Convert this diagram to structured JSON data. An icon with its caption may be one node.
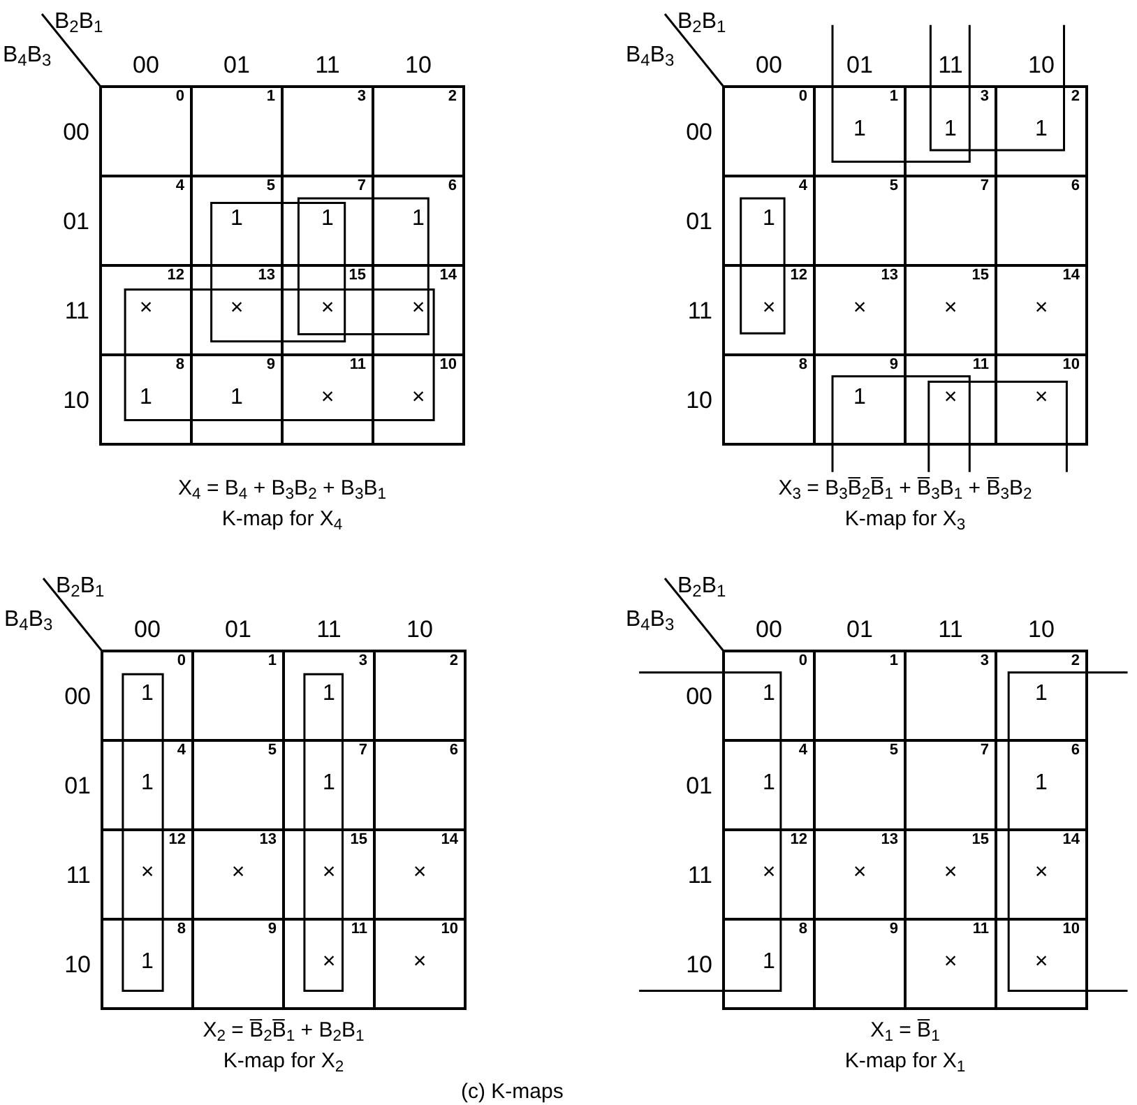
{
  "diagram": {
    "caption": "(c) K-maps",
    "nodes": [
      {
        "text": [
          "0"
        ]
      },
      {
        "text": [
          "1"
        ]
      },
      {
        "text": [
          "3"
        ]
      },
      {
        "text": [
          "2"
        ]
      },
      {
        "text": [
          "4"
        ]
      },
      {
        "text": [
          "5",
          "1"
        ]
      },
      {
        "text": [
          "7",
          "1"
        ]
      },
      {
        "text": [
          "6",
          "1"
        ]
      },
      {
        "text": [
          "12",
          "×"
        ]
      },
      {
        "text": [
          "13",
          "×"
        ]
      },
      {
        "text": [
          "15",
          "×"
        ]
      },
      {
        "text": [
          "14",
          "×"
        ]
      },
      {
        "text": [
          "8",
          "1"
        ]
      },
      {
        "text": [
          "9",
          "1"
        ]
      },
      {
        "text": [
          "11",
          "×"
        ]
      },
      {
        "text": [
          "10",
          "×"
        ]
      },
      {
        "text": [
          "0"
        ]
      },
      {
        "text": [
          "1",
          "1"
        ]
      },
      {
        "text": [
          "3",
          "1"
        ]
      },
      {
        "text": [
          "2",
          "1"
        ]
      },
      {
        "text": [
          "4",
          "1"
        ]
      },
      {
        "text": [
          "5"
        ]
      },
      {
        "text": [
          "7"
        ]
      },
      {
        "text": [
          "6"
        ]
      },
      {
        "text": [
          "12",
          "×"
        ]
      },
      {
        "text": [
          "13",
          "×"
        ]
      },
      {
        "text": [
          "15",
          "×"
        ]
      },
      {
        "text": [
          "14",
          "×"
        ]
      },
      {
        "text": [
          "8"
        ]
      },
      {
        "text": [
          "9",
          "1"
        ]
      },
      {
        "text": [
          "11",
          "×"
        ]
      },
      {
        "text": [
          "10",
          "×"
        ]
      },
      {
        "text": [
          "0",
          "1"
        ]
      },
      {
        "text": [
          "1"
        ]
      },
      {
        "text": [
          "3",
          "1"
        ]
      },
      {
        "text": [
          "2"
        ]
      },
      {
        "text": [
          "4",
          "1"
        ]
      },
      {
        "text": [
          "5"
        ]
      },
      {
        "text": [
          "7",
          "1"
        ]
      },
      {
        "text": [
          "6"
        ]
      },
      {
        "text": [
          "12",
          "×"
        ]
      },
      {
        "text": [
          "13",
          "×"
        ]
      },
      {
        "text": [
          "15",
          "×"
        ]
      },
      {
        "text": [
          "14",
          "×"
        ]
      },
      {
        "text": [
          "8",
          "1"
        ]
      },
      {
        "text": [
          "9"
        ]
      },
      {
        "text": [
          "11",
          "×"
        ]
      },
      {
        "text": [
          "10",
          "×"
        ]
      },
      {
        "text": [
          "0",
          "1"
        ]
      },
      {
        "text": [
          "1"
        ]
      },
      {
        "text": [
          "3"
        ]
      },
      {
        "text": [
          "2",
          "1"
        ]
      },
      {
        "text": [
          "4",
          "1"
        ]
      },
      {
        "text": [
          "5"
        ]
      },
      {
        "text": [
          "7"
        ]
      },
      {
        "text": [
          "6",
          "1"
        ]
      },
      {
        "text": [
          "12",
          "×"
        ]
      },
      {
        "text": [
          "13",
          "×"
        ]
      },
      {
        "text": [
          "15",
          "×"
        ]
      },
      {
        "text": [
          "14",
          "×"
        ]
      },
      {
        "text": [
          "8",
          "1"
        ]
      },
      {
        "text": [
          "9"
        ]
      },
      {
        "text": [
          "11",
          "×"
        ]
      },
      {
        "text": [
          "10",
          "×"
        ]
      }
    ],
    "labels": [
      "B$_{2}$B$_{1}$",
      "B$_{4}$B$_{3}$",
      "00",
      "01",
      "11",
      "10",
      "00",
      "01",
      "11",
      "10",
      "X$_{4}$ = B$_{4}$ + B$_{3}$B$_{2}$ + B$_{3}$B$_{1}$",
      "K-map for X$_{4}$",
      "B$_{2}$B$_{1}$",
      "B$_{4}$B$_{3}$",
      "00",
      "01",
      "11",
      "10",
      "00",
      "01",
      "11",
      "10",
      "X$_{3}$ = B$_{3}$B̅$_{2}$B̅$_{1}$ + B̅$_{3}$B$_{1}$ + B̅$_{3}$B$_{2}$",
      "K-map for X$_{3}$",
      "B$_{2}$B$_{1}$",
      "B$_{4}$B$_{3}$",
      "00",
      "01",
      "11",
      "10",
      "00",
      "01",
      "11",
      "10",
      "X$_{2}$ = B̅$_{2}$B̅$_{1}$ + B$_{2}$B$_{1}$",
      "K-map for X$_{2}$",
      "B$_{2}$B$_{1}$",
      "B$_{4}$B$_{3}$",
      "00",
      "01",
      "11",
      "10",
      "00",
      "01",
      "11",
      "10",
      "X$_{1}$ = B̅$_{1}$",
      "K-map for X$_{1}$"
    ]
  }
}
